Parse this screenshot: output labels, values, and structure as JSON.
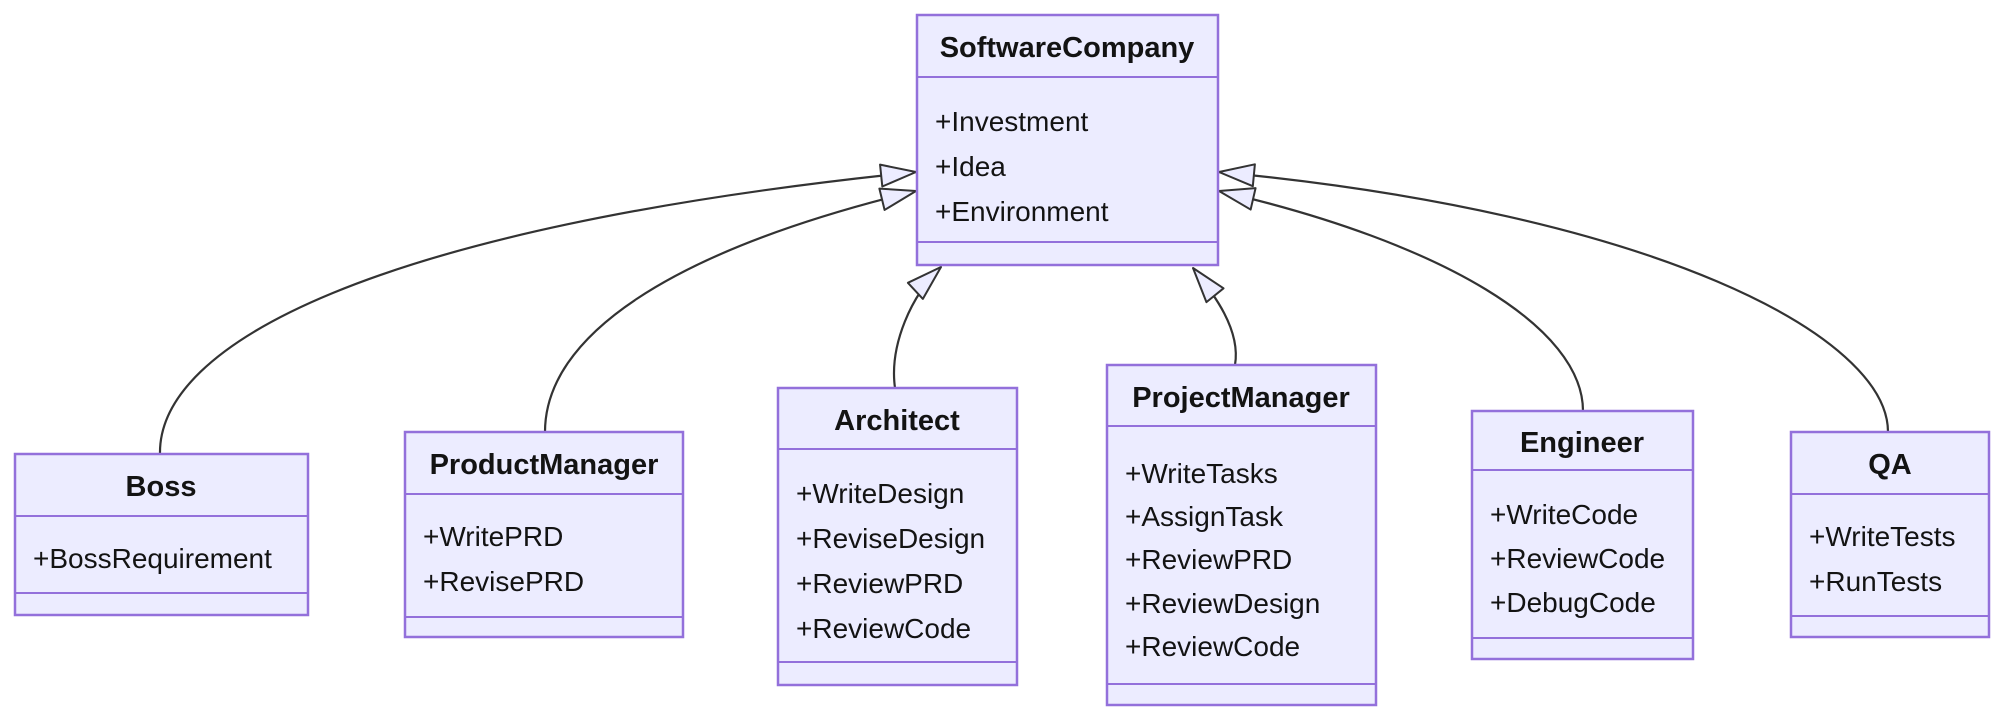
{
  "diagram": {
    "type": "uml-class-diagram",
    "colors": {
      "box_fill": "#ECECFF",
      "box_border": "#9370DB",
      "divider": "#9370DB",
      "edge": "#333333",
      "arrowhead_fill": "#ECECFF",
      "text": "#131313",
      "background": "#ffffff"
    },
    "classes": [
      {
        "name": "SoftwareCompany",
        "attributes": [
          "+Investment",
          "+Idea",
          "+Environment"
        ],
        "methods": []
      },
      {
        "name": "Boss",
        "attributes": [
          "+BossRequirement"
        ],
        "methods": []
      },
      {
        "name": "ProductManager",
        "attributes": [
          "+WritePRD",
          "+RevisePRD"
        ],
        "methods": []
      },
      {
        "name": "Architect",
        "attributes": [
          "+WriteDesign",
          "+ReviseDesign",
          "+ReviewPRD",
          "+ReviewCode"
        ],
        "methods": []
      },
      {
        "name": "ProjectManager",
        "attributes": [
          "+WriteTasks",
          "+AssignTask",
          "+ReviewPRD",
          "+ReviewDesign",
          "+ReviewCode"
        ],
        "methods": []
      },
      {
        "name": "Engineer",
        "attributes": [
          "+WriteCode",
          "+ReviewCode",
          "+DebugCode"
        ],
        "methods": []
      },
      {
        "name": "QA",
        "attributes": [
          "+WriteTests",
          "+RunTests"
        ],
        "methods": []
      }
    ],
    "relations": [
      {
        "from": "Boss",
        "to": "SoftwareCompany",
        "type": "inheritance"
      },
      {
        "from": "ProductManager",
        "to": "SoftwareCompany",
        "type": "inheritance"
      },
      {
        "from": "Architect",
        "to": "SoftwareCompany",
        "type": "inheritance"
      },
      {
        "from": "ProjectManager",
        "to": "SoftwareCompany",
        "type": "inheritance"
      },
      {
        "from": "Engineer",
        "to": "SoftwareCompany",
        "type": "inheritance"
      },
      {
        "from": "QA",
        "to": "SoftwareCompany",
        "type": "inheritance"
      }
    ]
  }
}
